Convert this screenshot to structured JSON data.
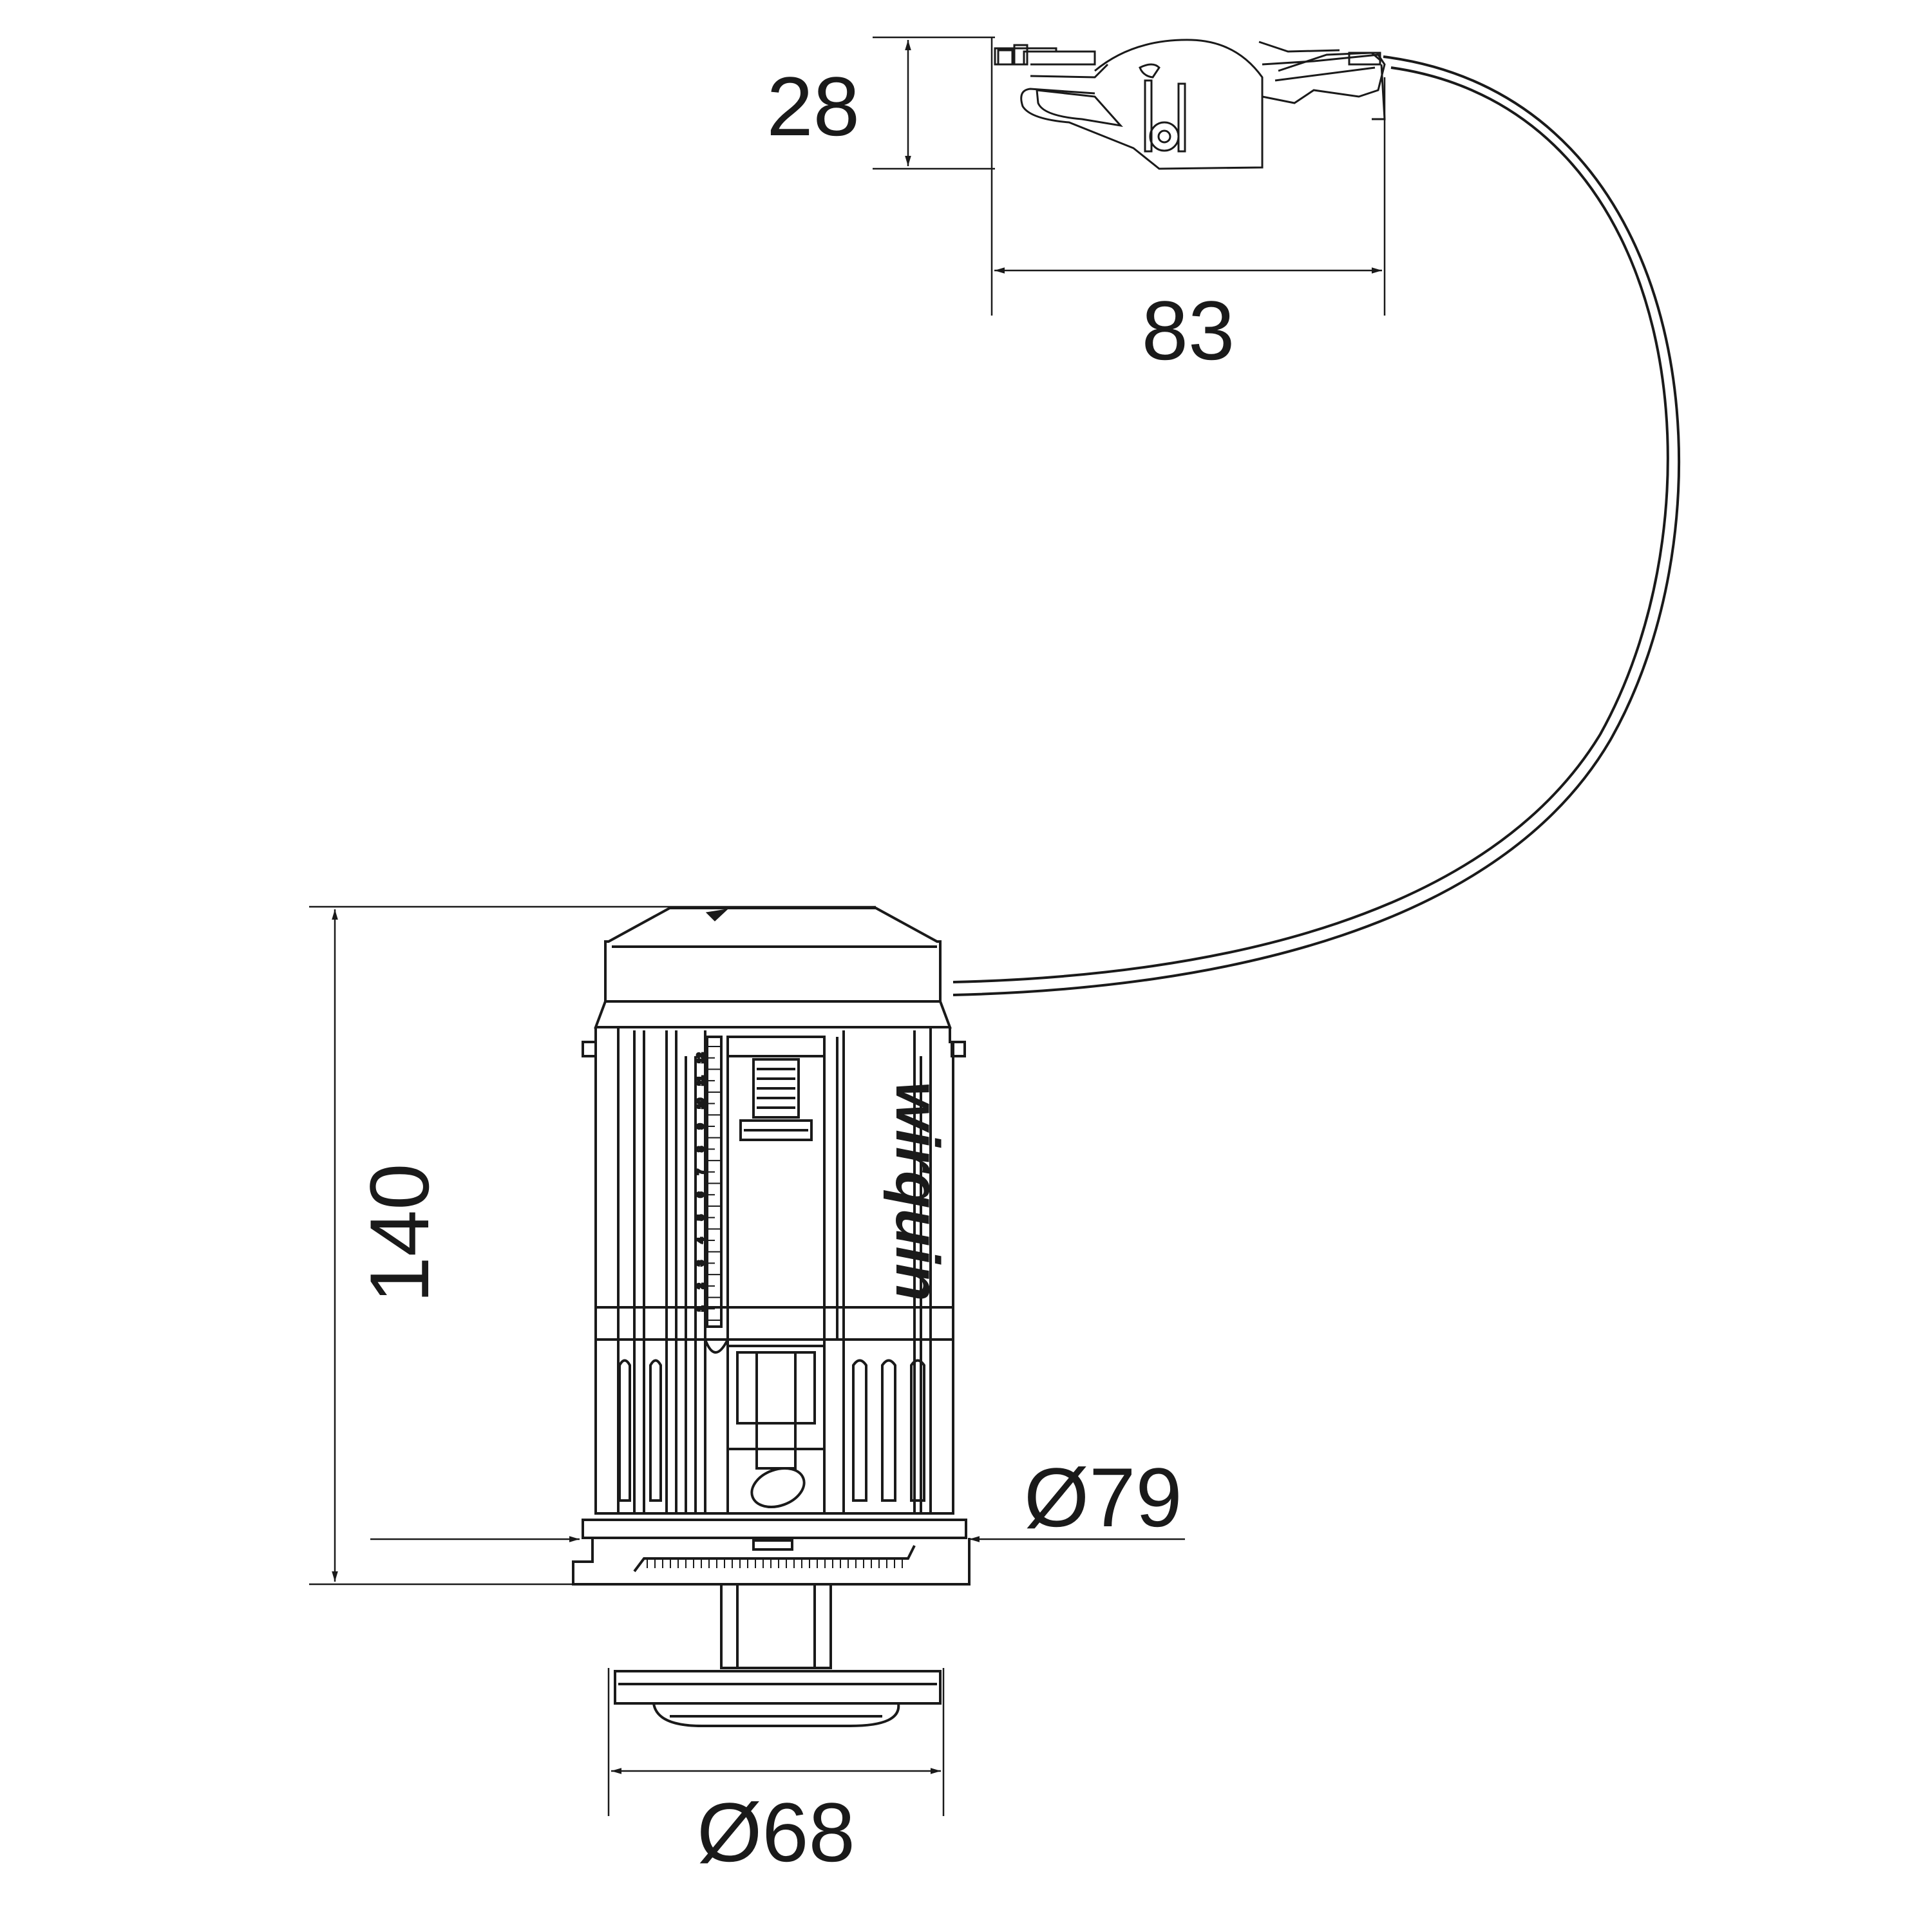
{
  "drawing": {
    "line_color": "#1a1a1a",
    "background": "#ffffff"
  },
  "dimensions": {
    "top_height": "28",
    "top_width": "83",
    "body_height": "140",
    "flange_diameter": "Ø79",
    "button_diameter": "Ø68"
  },
  "branding": {
    "logo": "wirquin"
  },
  "body": {
    "scale_marks": [
      "1",
      "2",
      "3",
      "4",
      "5",
      "6",
      "7",
      "8",
      "9",
      "10",
      "11",
      "12"
    ]
  },
  "icons": {
    "cable": "cable-curve",
    "arrow": "dimension-arrowhead"
  }
}
